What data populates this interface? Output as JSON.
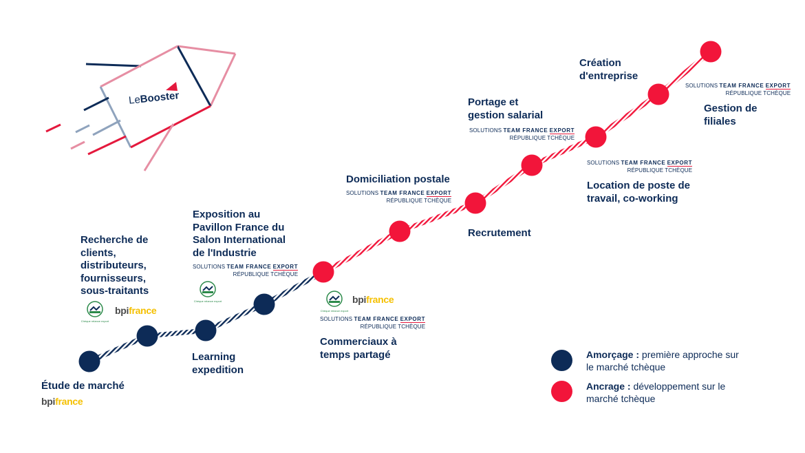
{
  "logo": {
    "prefix": "Le",
    "name": "Booster"
  },
  "colors": {
    "navy": "#0d2b57",
    "red": "#f2153a",
    "pink": "#e68ea3",
    "blue_grey": "#8fa3bd",
    "bpi_yellow": "#f5c000",
    "cheque_green": "#2c8a4a"
  },
  "icons": {
    "rocket": "rocket-icon",
    "cheque": "cheque-relance-export-icon"
  },
  "milestones": [
    {
      "stage": "amorcage",
      "label": [
        "Étude de marché"
      ]
    },
    {
      "stage": "amorcage",
      "label": [
        "Recherche de",
        "clients,",
        "distributeurs,",
        "fournisseurs,",
        "sous-traitants"
      ]
    },
    {
      "stage": "amorcage",
      "label": [
        "Learning",
        "expedition"
      ]
    },
    {
      "stage": "amorcage",
      "label": [
        "Exposition au",
        "Pavillon France du",
        "Salon International",
        "de l'Industrie"
      ]
    },
    {
      "stage": "ancrage",
      "label": [
        "Commerciaux à",
        "temps partagé"
      ]
    },
    {
      "stage": "ancrage",
      "label": [
        "Domiciliation postale"
      ]
    },
    {
      "stage": "ancrage",
      "label": [
        "Recrutement"
      ]
    },
    {
      "stage": "ancrage",
      "label": [
        "Portage et",
        "gestion salarial"
      ]
    },
    {
      "stage": "ancrage",
      "label": [
        "Location de poste de",
        "travail, co-working"
      ]
    },
    {
      "stage": "ancrage",
      "label": [
        "Gestion de",
        "filiales"
      ]
    },
    {
      "stage": "ancrage",
      "label": [
        "Création",
        "d'entreprise"
      ]
    }
  ],
  "team_france": {
    "solutions": "SOLUTIONS",
    "team_france": "TEAM FRANCE",
    "export": "EXPORT",
    "country": "RÉPUBLIQUE TCHÈQUE"
  },
  "bpifrance": {
    "a": "bpi",
    "b": "france"
  },
  "cheque": {
    "caption": "Chèque relance export"
  },
  "legend": [
    {
      "stage": "amorcage",
      "term": "Amorçage :",
      "line1": " première approche sur",
      "line2": "le marché tchèque"
    },
    {
      "stage": "ancrage",
      "term": "Ancrage :",
      "line1": " développement sur le",
      "line2": " marché tchèque"
    }
  ]
}
